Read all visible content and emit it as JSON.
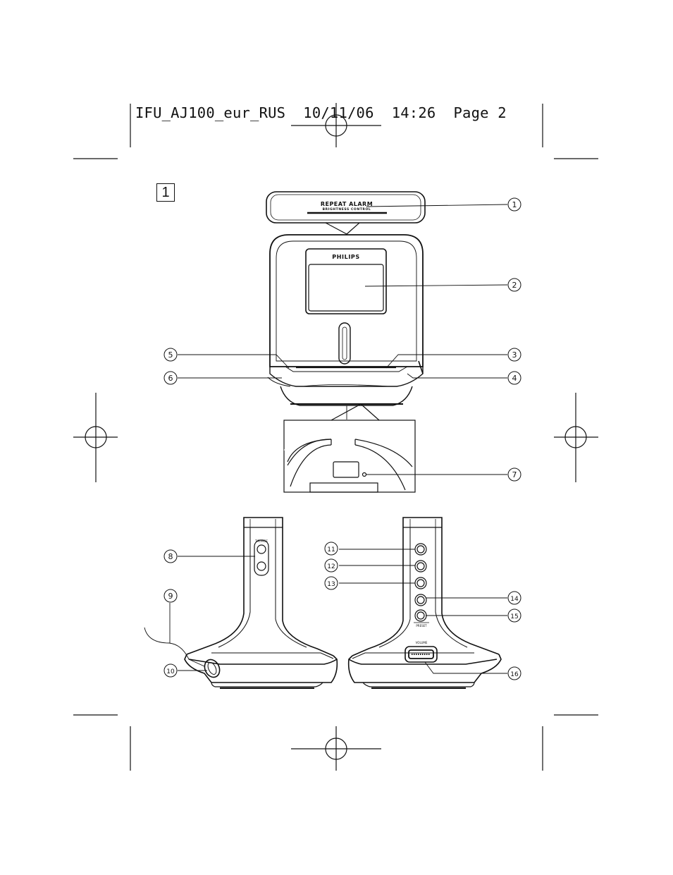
{
  "header": {
    "slug_line": "IFU_AJ100_eur_RUS  10/11/06  14:26  Page 2"
  },
  "figure": {
    "number": "1",
    "top_panel": {
      "label_main": "REPEAT ALARM",
      "label_sub": "BRIGHTNESS CONTROL"
    },
    "brand": "PHILIPS",
    "side_labels": {
      "dimmer": "TIP/PAGE",
      "preset": "PRESET",
      "volume": "VOLUME"
    },
    "callouts": [
      "1",
      "2",
      "3",
      "4",
      "5",
      "6",
      "7",
      "8",
      "9",
      "10",
      "11",
      "12",
      "13",
      "14",
      "15",
      "16"
    ]
  }
}
